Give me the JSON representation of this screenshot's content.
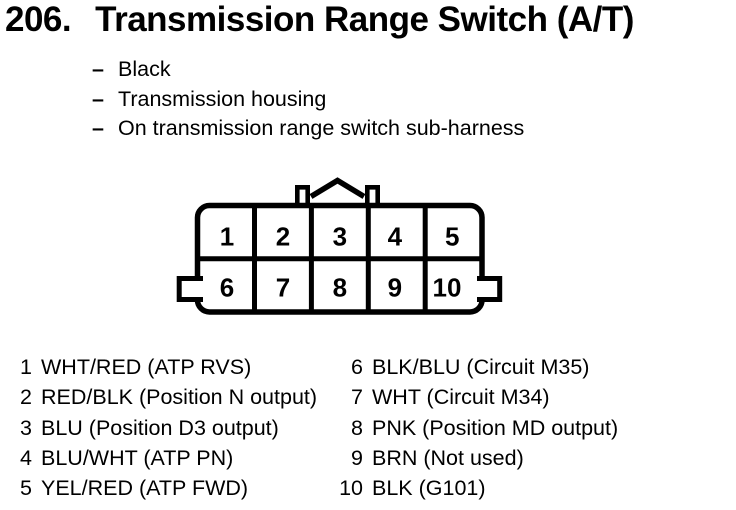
{
  "colors": {
    "ink": "#000000",
    "paper": "#ffffff"
  },
  "header": {
    "number": "206.",
    "title": "Transmission Range Switch (A/T)"
  },
  "notes": {
    "dash": "–",
    "items": [
      {
        "text": "Black"
      },
      {
        "text": "Transmission housing"
      },
      {
        "text": "On transmission range switch sub-harness"
      }
    ]
  },
  "connector": {
    "description": "10-pin connector, 2 rows of 5, latch chevron and two tabs on top, one tab on each side",
    "cells": {
      "r1c1": "1",
      "r1c2": "2",
      "r1c3": "3",
      "r1c4": "4",
      "r1c5": "5",
      "r2c1": "6",
      "r2c2": "7",
      "r2c3": "8",
      "r2c4": "9",
      "r2c5": "10"
    }
  },
  "pins": {
    "left": [
      {
        "num": "1",
        "label": "WHT/RED (ATP RVS)"
      },
      {
        "num": "2",
        "label": "RED/BLK (Position N output)"
      },
      {
        "num": "3",
        "label": "BLU (Position D3 output)"
      },
      {
        "num": "4",
        "label": "BLU/WHT (ATP PN)"
      },
      {
        "num": "5",
        "label": "YEL/RED (ATP FWD)"
      }
    ],
    "right": [
      {
        "num": "6",
        "label": "BLK/BLU (Circuit M35)"
      },
      {
        "num": "7",
        "label": "WHT (Circuit M34)"
      },
      {
        "num": "8",
        "label": "PNK (Position MD output)"
      },
      {
        "num": "9",
        "label": "BRN (Not used)"
      },
      {
        "num": "10",
        "label": "BLK (G101)"
      }
    ]
  }
}
